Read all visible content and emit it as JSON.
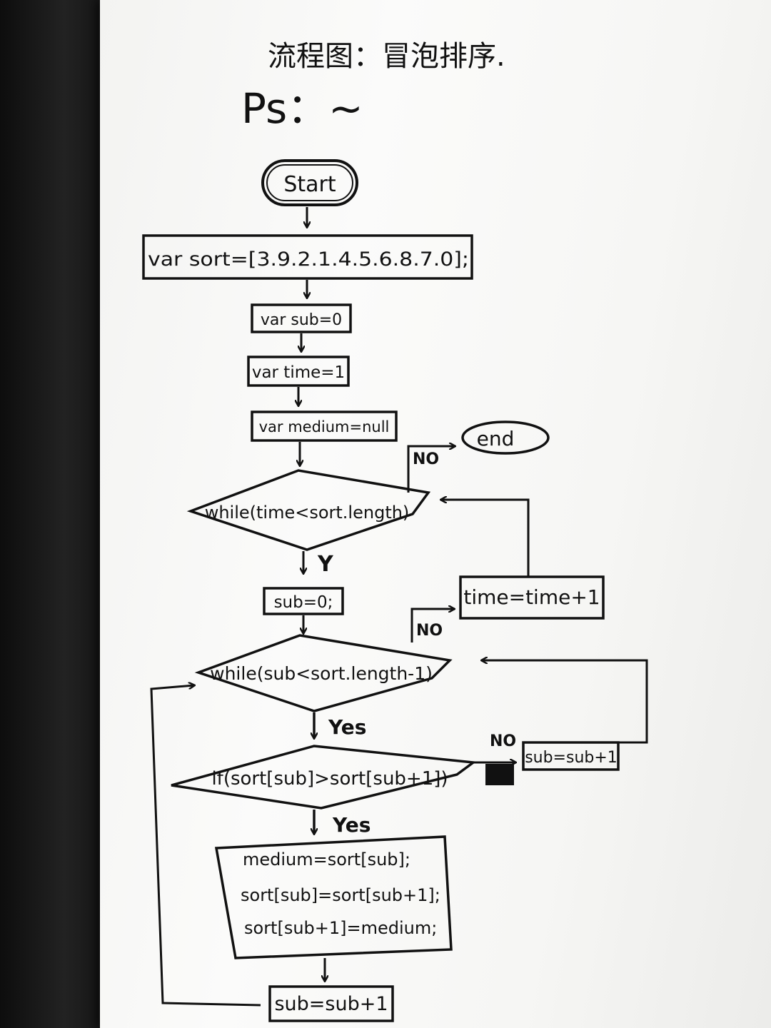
{
  "header": {
    "title": "流程图：冒泡排序.",
    "subtitle": "Ps：~"
  },
  "nodes": {
    "start": "Start",
    "end": "end",
    "init_array": "var sort=[3.9.2.1.4.5.6.8.7.0];",
    "init_sub": "var sub=0",
    "init_time": "var time=1",
    "init_medium": "var medium=null",
    "outer_loop": "while(time<sort.length)",
    "reset_sub": "sub=0;",
    "time_increment": "time=time+1",
    "inner_loop": "while(sub<sort.length-1)",
    "compare": "if(sort[sub]>sort[sub+1])",
    "sub_increment_right": "sub=sub+1",
    "swap_line_1": "medium=sort[sub];",
    "swap_line_2": "sort[sub]=sort[sub+1];",
    "swap_line_3": "sort[sub+1]=medium;",
    "sub_increment_bottom": "sub=sub+1"
  },
  "edge_labels": {
    "outer_no": "NO",
    "outer_yes": "Y",
    "inner_no": "NO",
    "inner_yes": "Yes",
    "compare_no": "NO",
    "compare_yes": "Yes"
  },
  "colors": {
    "ink": "#111111",
    "paper": "#f7f7f5",
    "background": "#1a1a1a"
  }
}
